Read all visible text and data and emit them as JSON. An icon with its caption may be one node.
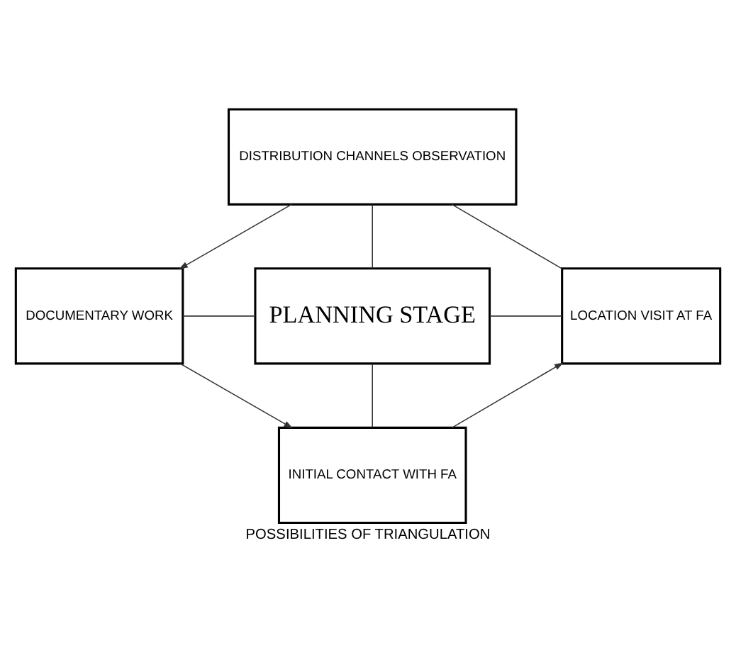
{
  "diagram": {
    "caption": "POSSIBILITIES OF TRIANGULATION",
    "nodes": [
      {
        "text": [
          "DISTRIBUTION CHANNELS OBSERVATION"
        ]
      },
      {
        "text": [
          "DOCUMENTARY WORK"
        ]
      },
      {
        "text": [
          "PLANNING STAGE"
        ]
      },
      {
        "text": [
          "LOCATION VISIT AT FA"
        ]
      },
      {
        "text": [
          "INITIAL CONTACT WITH FA"
        ]
      }
    ],
    "edges": [
      {
        "from": 0,
        "to": 2,
        "arrow": "none"
      },
      {
        "from": 1,
        "to": 2,
        "arrow": "none"
      },
      {
        "from": 2,
        "to": 3,
        "arrow": "none"
      },
      {
        "from": 2,
        "to": 4,
        "arrow": "none"
      },
      {
        "from": 0,
        "to": 1,
        "arrow": "to"
      },
      {
        "from": 1,
        "to": 4,
        "arrow": "to"
      },
      {
        "from": 4,
        "to": 3,
        "arrow": "to"
      },
      {
        "from": 3,
        "to": 0,
        "arrow": "none"
      }
    ]
  }
}
